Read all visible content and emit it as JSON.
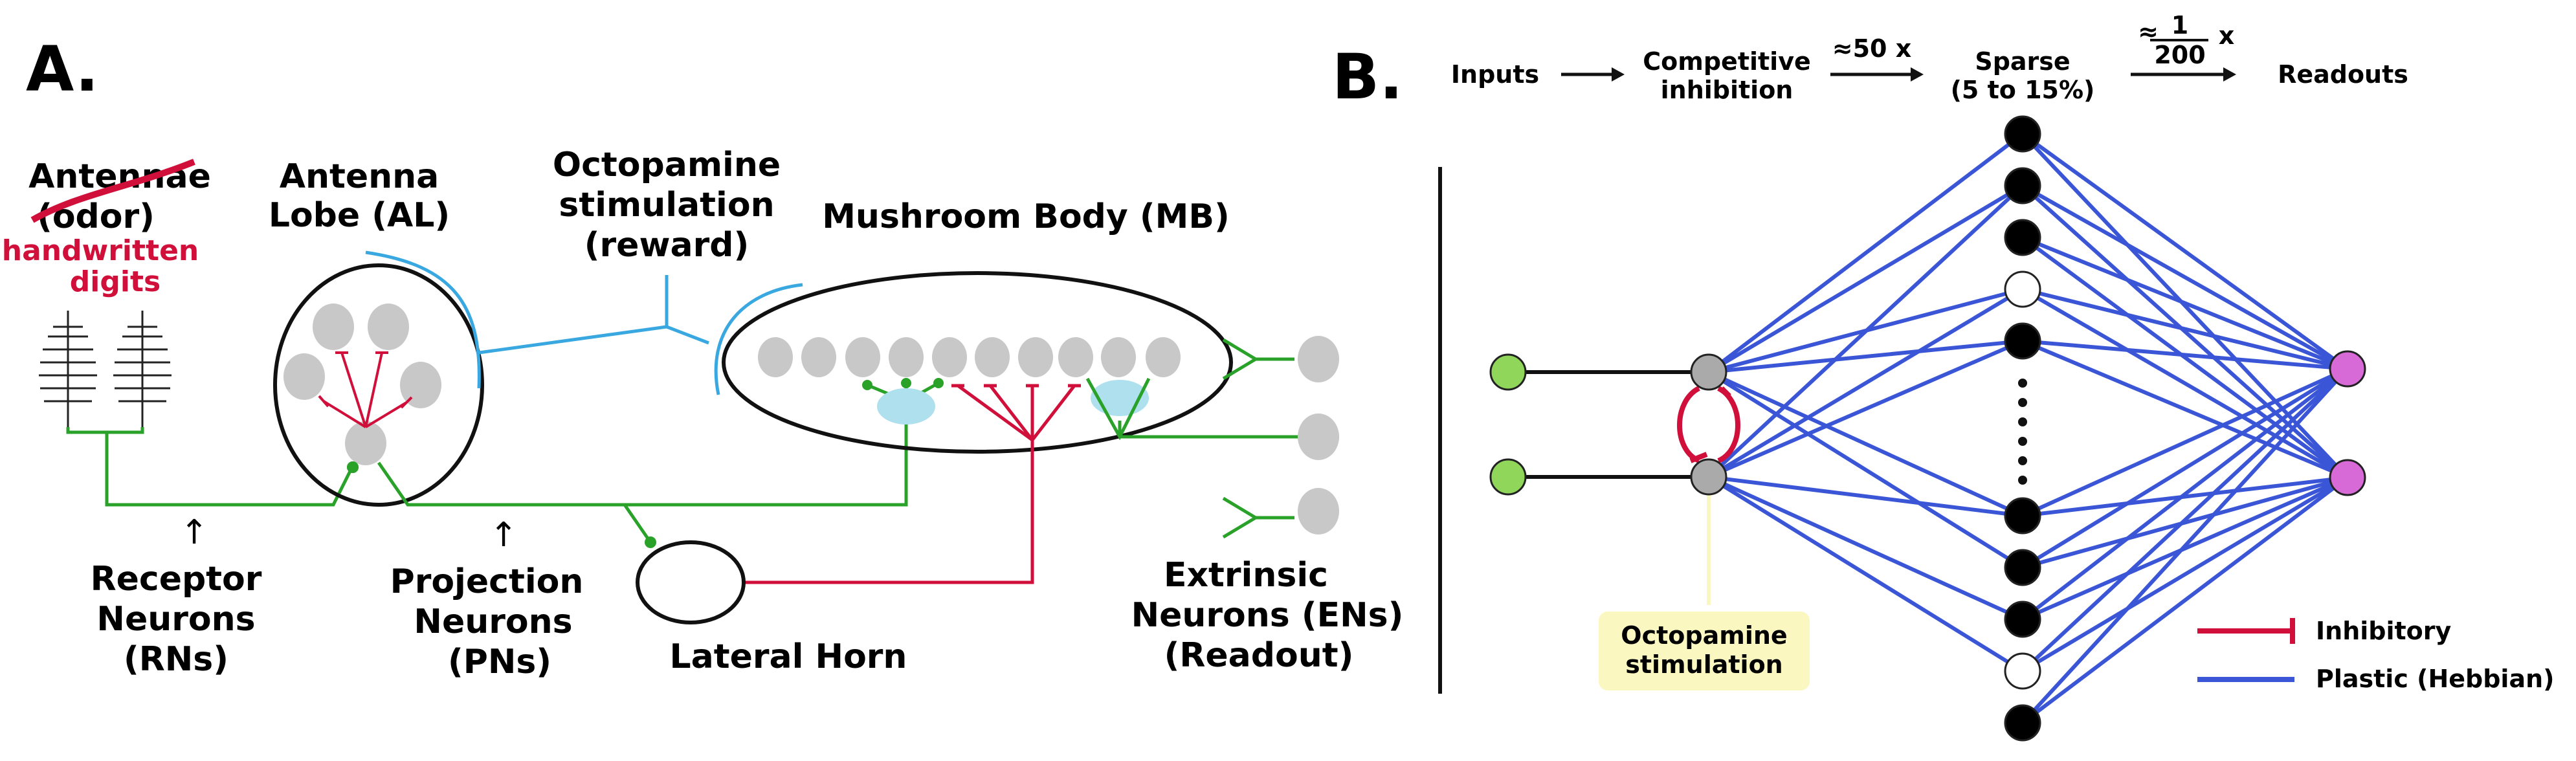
{
  "panel_a": {
    "letter": "A.",
    "antennae": [
      "Antennae",
      "(odor)"
    ],
    "handwritten": [
      "handwritten",
      "digits"
    ],
    "antenna_lobe": [
      "Antenna",
      "Lobe (AL)"
    ],
    "octopamine": [
      "Octopamine",
      "stimulation",
      "(reward)"
    ],
    "mushroom_body": "Mushroom Body (MB)",
    "receptor": [
      "Receptor",
      "Neurons",
      "(RNs)"
    ],
    "projection": [
      "Projection",
      "Neurons",
      "(PNs)"
    ],
    "lateral_horn": "Lateral Horn",
    "extrinsic": [
      "Extrinsic",
      "Neurons (ENs)",
      "(Readout)"
    ]
  },
  "panel_b": {
    "letter": "B.",
    "inputs": "Inputs",
    "competitive": [
      "Competitive",
      "inhibition"
    ],
    "expansion": "≈50 x",
    "sparse": [
      "Sparse",
      "(5 to 15%)"
    ],
    "reduction": {
      "approx": "≈",
      "num": "1",
      "den": "200",
      "x": "x"
    },
    "readouts": "Readouts",
    "octopamine_box": [
      "Octopamine",
      "stimulation"
    ],
    "legend": {
      "inhibitory": "Inhibitory",
      "plastic": "Plastic (Hebbian)"
    },
    "colors": {
      "inhibitory": "#d0103a",
      "plastic": "#3a56d6",
      "input": "#8fd65a",
      "readout": "#d86ad8",
      "octopamine_bg": "#fbf7c0"
    },
    "sparse_layer": {
      "top_pattern": [
        "black",
        "black",
        "black",
        "white",
        "black"
      ],
      "bottom_pattern": [
        "black",
        "black",
        "black",
        "white",
        "black"
      ]
    }
  }
}
